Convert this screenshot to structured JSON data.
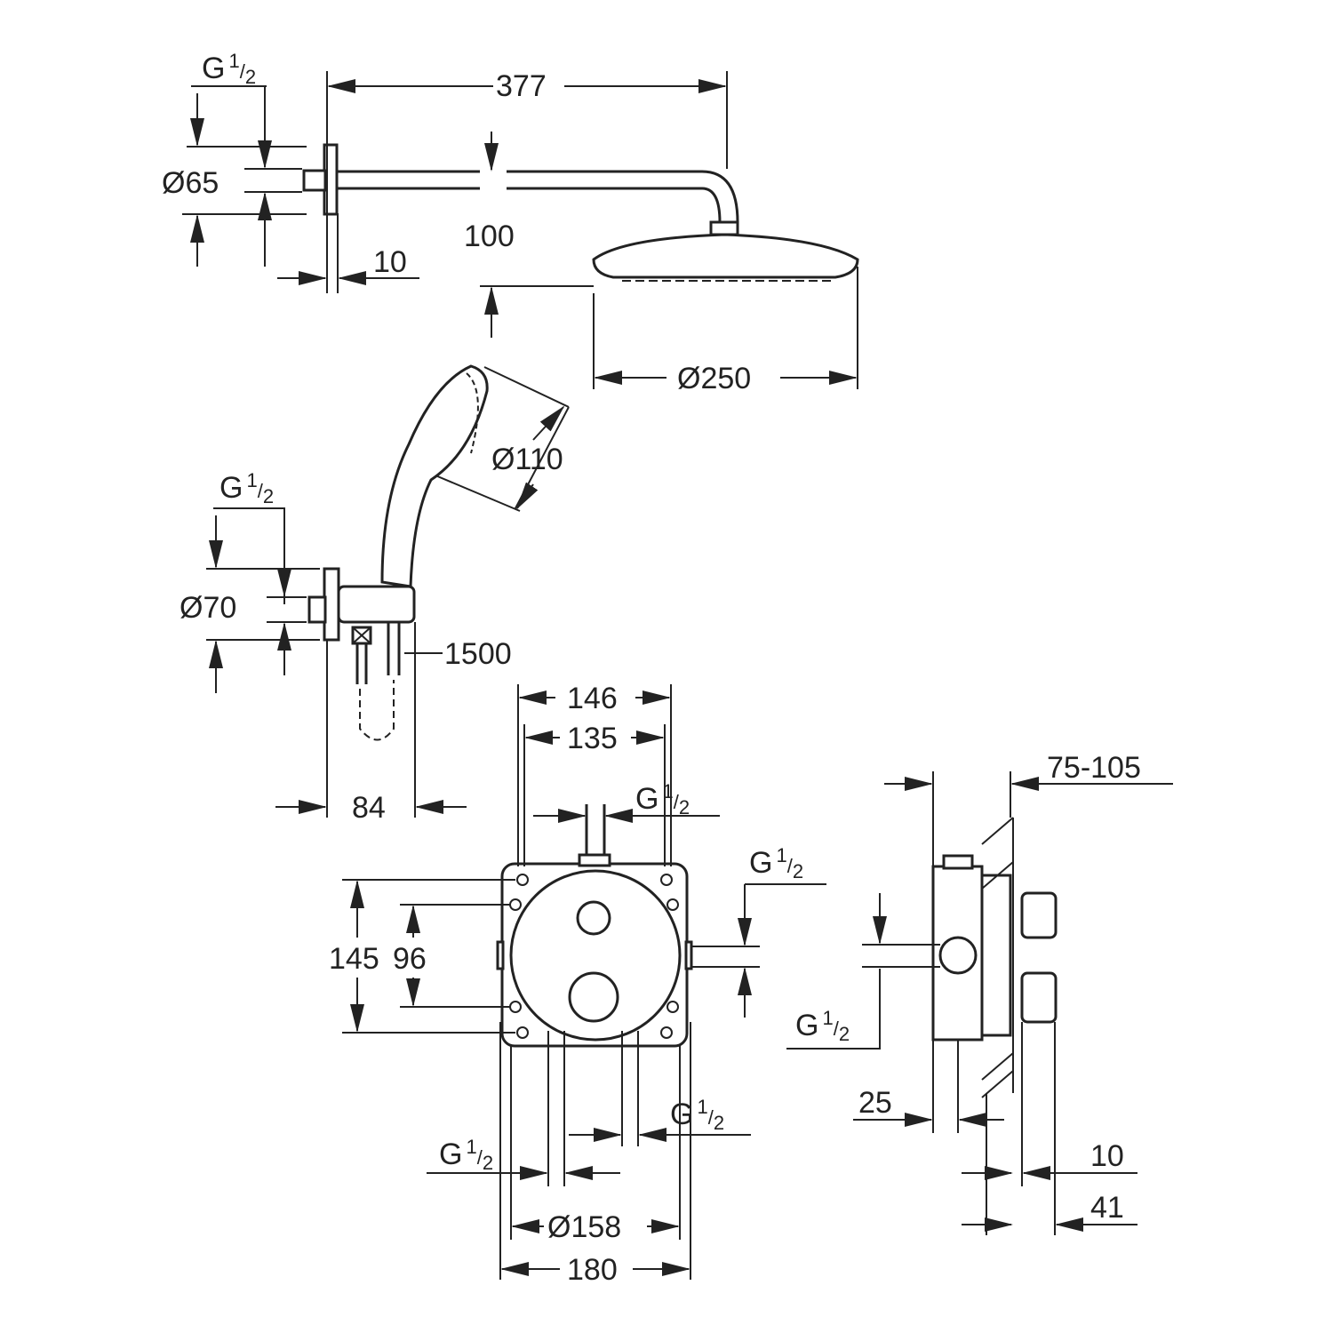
{
  "drawing": {
    "thread": {
      "prefix": "G",
      "num": "1",
      "den": "2"
    },
    "head_shower": {
      "arm_length": "377",
      "flange_diameter": "Ø65",
      "arm_height": "100",
      "flange_depth": "10",
      "head_diameter": "Ø250"
    },
    "hand_shower": {
      "head_diameter": "Ø110",
      "outlet_diameter": "Ø70",
      "hose_length": "1500",
      "outlet_projection": "84"
    },
    "thermostat_front": {
      "width_outer": "146",
      "width_inner": "135",
      "height_outer": "145",
      "height_inner": "96",
      "plate_diameter": "Ø158",
      "box_width": "180"
    },
    "thermostat_side": {
      "wall_depth": "75-105",
      "offset": "25",
      "plate_depth": "10",
      "handle_depth": "41"
    }
  },
  "colors": {
    "line": "#222222",
    "background": "#ffffff"
  }
}
